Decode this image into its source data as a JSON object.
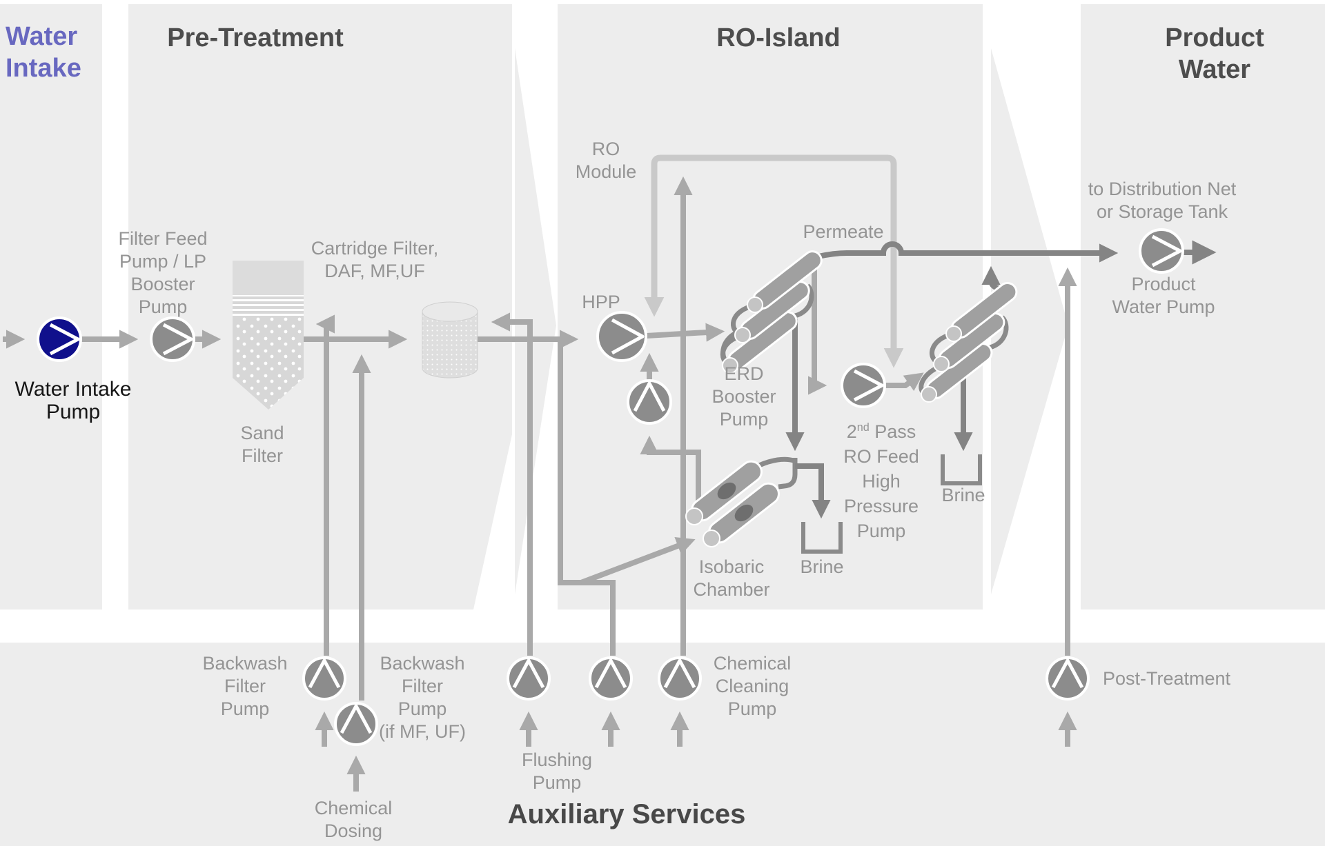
{
  "sections": {
    "water_intake": "Water\nIntake",
    "pre_treatment": "Pre-Treatment",
    "ro_island": "RO-Island",
    "product_water": "Product Water",
    "auxiliary_services": "Auxiliary Services"
  },
  "labels": {
    "water_intake_pump": "Water Intake\nPump",
    "filter_feed_pump": "Filter Feed\nPump / LP\nBooster\nPump",
    "sand_filter": "Sand\nFilter",
    "cartridge_filter": "Cartridge Filter,\nDAF, MF,UF",
    "hpp": "HPP",
    "ro_module": "RO\nModule",
    "permeate": "Permeate",
    "erd_booster_pump": "ERD\nBooster\nPump",
    "isobaric_chamber": "Isobaric\nChamber",
    "brine_first_pass": "Brine",
    "brine_second_pass": "Brine",
    "second_pass_pump": {
      "base": "2",
      "sup": "nd",
      "rest": " Pass\nRO Feed\nHigh\nPressure\nPump"
    },
    "to_distribution": "to Distribution Net\nor Storage Tank",
    "product_water_pump": "Product\nWater Pump",
    "post_treatment": "Post-Treatment",
    "backwash_filter_pump": "Backwash\nFilter\nPump",
    "chemical_dosing": "Chemical\nDosing",
    "backwash_filter_pump_mf_uf": "Backwash\nFilter\nPump\n(if MF, UF)",
    "flushing_pump": "Flushing\nPump",
    "chemical_cleaning_pump": "Chemical\nCleaning\nPump"
  },
  "colors": {
    "intake_pump_blue": "#10108c",
    "title_purple": "#6868c0",
    "title_gray": "#4d4d4d",
    "label_gray": "#949494",
    "line_medium": "#a9a9a9",
    "line_light": "#c9c9c9",
    "line_dark": "#848484",
    "panel_gray": "#ededed"
  }
}
